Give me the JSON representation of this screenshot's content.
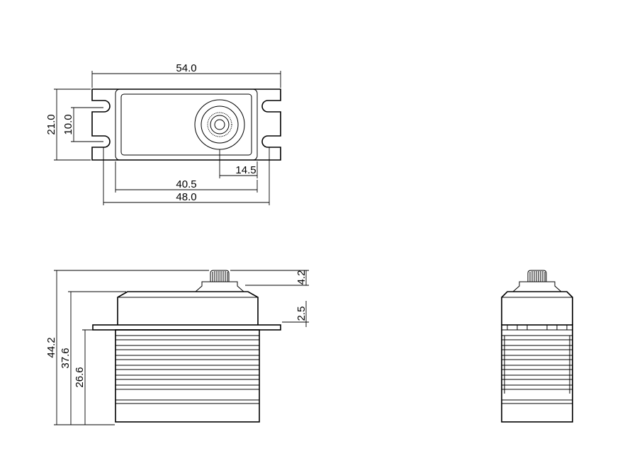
{
  "drawing": {
    "top_view": {
      "overall_length": "54.0",
      "overall_width": "21.0",
      "mount_hole_spacing": "10.0",
      "shaft_offset": "14.5",
      "body_length": "40.5",
      "mount_hole_span": "48.0"
    },
    "side_view": {
      "spline_height": "4.2",
      "tab_offset": "2.5",
      "overall_height": "44.2",
      "height_to_tab": "37.6",
      "tab_height": "26.6"
    }
  }
}
